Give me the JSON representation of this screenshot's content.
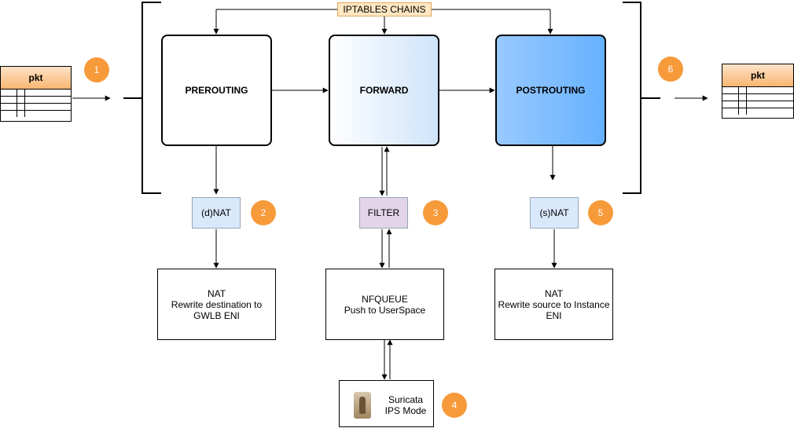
{
  "iptables_label": "IPTABLES CHAINS",
  "packet_in": {
    "header": "pkt"
  },
  "packet_out": {
    "header": "pkt"
  },
  "chains": {
    "prerouting": "PREROUTING",
    "forward": "FORWARD",
    "postrouting": "POSTROUTING"
  },
  "tables": {
    "dnat": "(d)NAT",
    "filter": "FILTER",
    "snat": "(s)NAT"
  },
  "actions": {
    "dnat": {
      "line1": "NAT",
      "line2": "Rewrite destination to",
      "line3": "GWLB ENI"
    },
    "nfqueue": {
      "line1": "NFQUEUE",
      "line2": "Push to UserSpace"
    },
    "snat": {
      "line1": "NAT",
      "line2": "Rewrite source to Instance",
      "line3": "ENI"
    }
  },
  "suricata": {
    "line1": "Suricata",
    "line2": "IPS Mode",
    "icon": "meerkat-icon"
  },
  "steps": [
    "1",
    "2",
    "3",
    "4",
    "5",
    "6"
  ],
  "colors": {
    "badge": "#f79a3a",
    "ipt_fill": "#ffe7c2",
    "tag_nat": "#dae8fc",
    "tag_filter": "#e1d5e7",
    "postrouting_fill": "#66b2ff"
  }
}
